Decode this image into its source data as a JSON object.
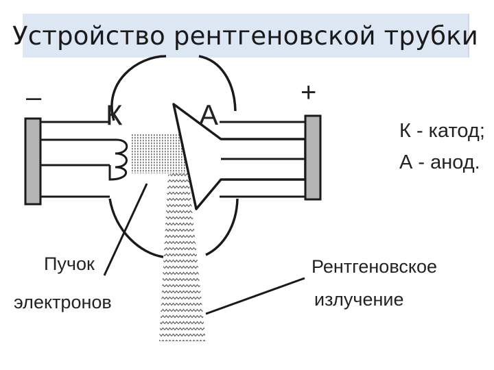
{
  "slide": {
    "title": "Устройство рентгеновской трубки",
    "background": "#ffffff",
    "title_band_color": "#dde6f3"
  },
  "diagram": {
    "minus_sign": "–",
    "plus_sign": "+",
    "cathode_letter": "К",
    "anode_letter": "А",
    "legend_cathode": "К - катод;",
    "legend_anode": "А - анод.",
    "electron_beam_label": [
      "Пучок",
      "электронов"
    ],
    "xray_label": [
      "Рентгеновское",
      "излучение"
    ],
    "line_color": "#1a1a1a",
    "electrode_fill": "#b4b4b4"
  }
}
